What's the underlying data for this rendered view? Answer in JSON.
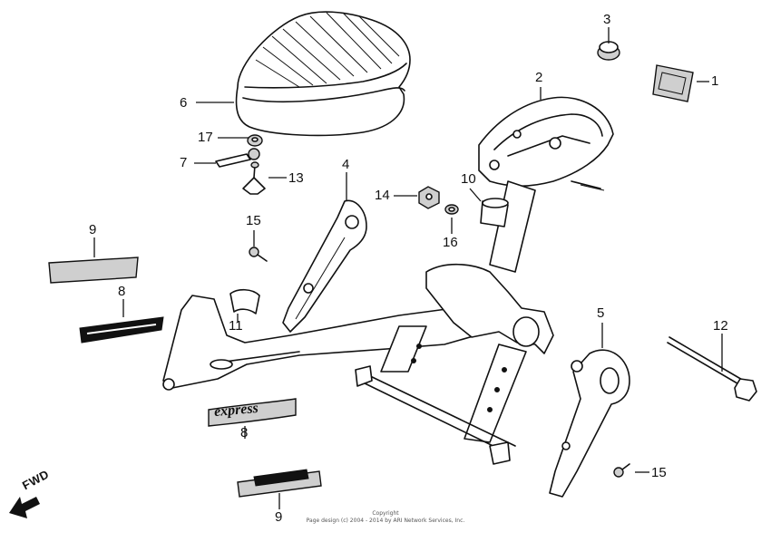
{
  "diagram": {
    "colors": {
      "line": "#111111",
      "background": "#ffffff",
      "shade": "#cfcfcf"
    },
    "direction_label": "FWD",
    "callouts": [
      {
        "id": "c1",
        "text": "1"
      },
      {
        "id": "c2",
        "text": "2"
      },
      {
        "id": "c3",
        "text": "3"
      },
      {
        "id": "c4",
        "text": "4"
      },
      {
        "id": "c5",
        "text": "5"
      },
      {
        "id": "c6",
        "text": "6"
      },
      {
        "id": "c7",
        "text": "7"
      },
      {
        "id": "c8a",
        "text": "8"
      },
      {
        "id": "c8b",
        "text": "8"
      },
      {
        "id": "c9a",
        "text": "9"
      },
      {
        "id": "c9b",
        "text": "9"
      },
      {
        "id": "c10",
        "text": "10"
      },
      {
        "id": "c11",
        "text": "11"
      },
      {
        "id": "c12",
        "text": "12"
      },
      {
        "id": "c13",
        "text": "13"
      },
      {
        "id": "c14",
        "text": "14"
      },
      {
        "id": "c15a",
        "text": "15"
      },
      {
        "id": "c15b",
        "text": "15"
      },
      {
        "id": "c16",
        "text": "16"
      },
      {
        "id": "c17",
        "text": "17"
      }
    ],
    "emblem_text": "express",
    "copyright_title": "Copyright",
    "copyright_body": "Page design (c) 2004 - 2014 by ARI Network Services, Inc."
  }
}
